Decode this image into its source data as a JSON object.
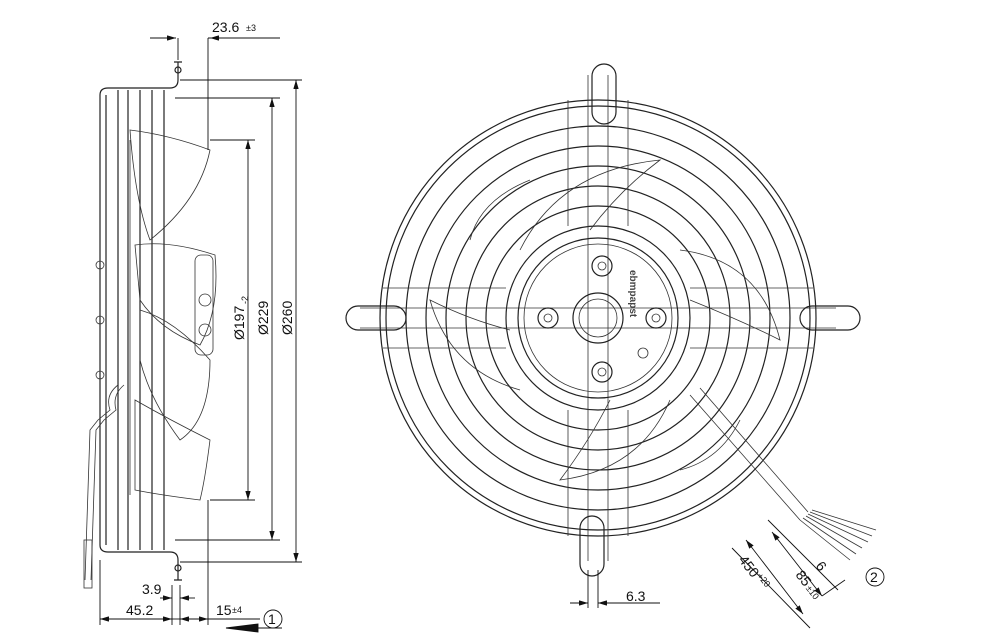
{
  "drawing": {
    "logo": "ebmpapst",
    "side_view": {
      "dim_top": {
        "value": "23.6",
        "tolerance": "±3"
      },
      "dia_1": {
        "value": "Ø197",
        "tolerance": "-2"
      },
      "dia_2": {
        "value": "Ø229"
      },
      "dia_3": {
        "value": "Ø260"
      },
      "dim_3_9": "3.9",
      "dim_45_2": "45.2",
      "dim_15": {
        "value": "15",
        "tolerance": "±4"
      },
      "airflow_marker": "1"
    },
    "front_view": {
      "dim_6_3": "6.3",
      "cable_length": {
        "value": "450",
        "tolerance": "+20"
      },
      "strip_length": "6",
      "lead_length": {
        "value": "85",
        "tolerance": "±10"
      },
      "cable_marker": "2"
    }
  }
}
